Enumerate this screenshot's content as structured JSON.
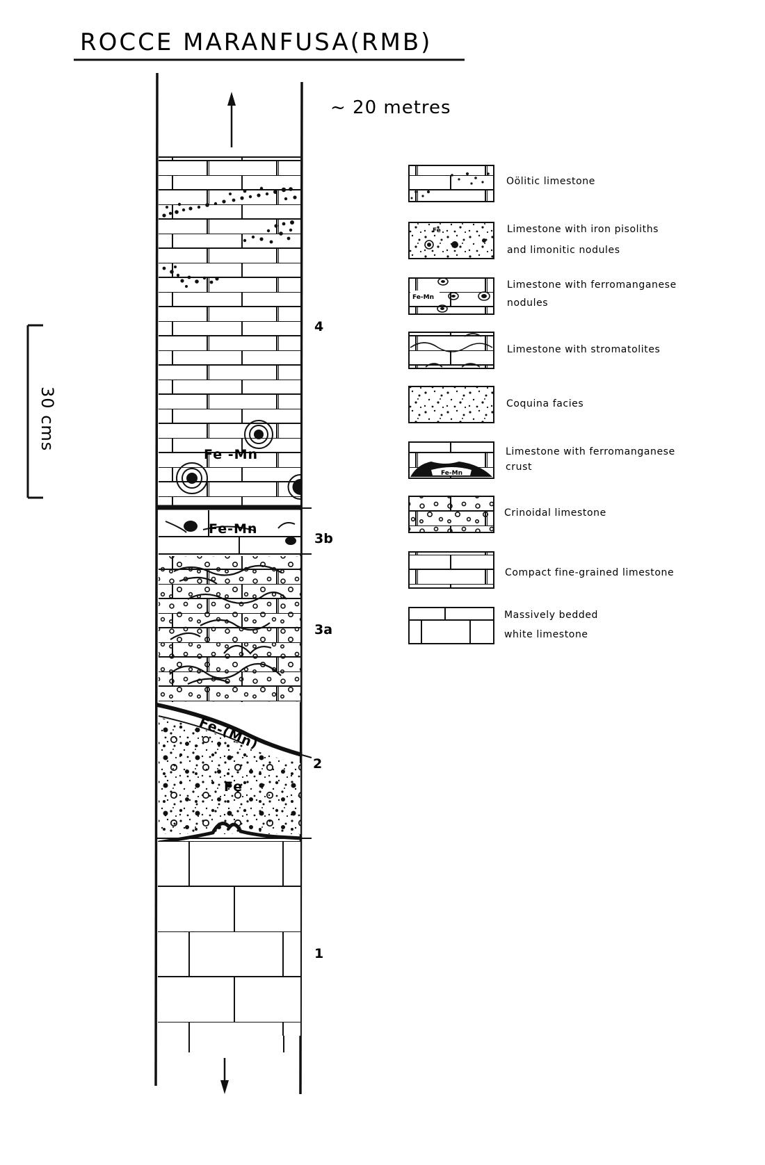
{
  "title": "ROCCE MARANFUSA(RMB)",
  "top_note": "~ 20 metres",
  "scale_bar": "30 cms",
  "units": [
    "4",
    "3b",
    "3a",
    "2",
    "1"
  ],
  "fe_labels": {
    "unit4": "Fe -Mn",
    "unit3b": "Fe-Mn",
    "unit2_crust": "Fe-(Mn)",
    "unit2": "Fe"
  },
  "legend": [
    {
      "pattern": "oolitic",
      "lines": [
        "Oölitic limestone"
      ]
    },
    {
      "pattern": "pisolith",
      "tag": "Fe",
      "lines": [
        "Limestone with iron pisoliths",
        "and limonitic nodules"
      ]
    },
    {
      "pattern": "femn_nodules",
      "tag": "Fe-Mn",
      "lines": [
        "Limestone with ferromanganese",
        "nodules"
      ]
    },
    {
      "pattern": "stromatolites",
      "lines": [
        "Limestone with stromatolites"
      ]
    },
    {
      "pattern": "coquina",
      "lines": [
        "Coquina facies"
      ]
    },
    {
      "pattern": "femn_crust",
      "tag": "Fe-Mn",
      "lines": [
        "Limestone with ferromanganese",
        "crust"
      ]
    },
    {
      "pattern": "crinoidal",
      "lines": [
        "Crinoidal limestone"
      ]
    },
    {
      "pattern": "compact",
      "lines": [
        "Compact fine-grained limestone"
      ]
    },
    {
      "pattern": "massive",
      "lines": [
        "Massively bedded",
        "white limestone"
      ]
    }
  ]
}
